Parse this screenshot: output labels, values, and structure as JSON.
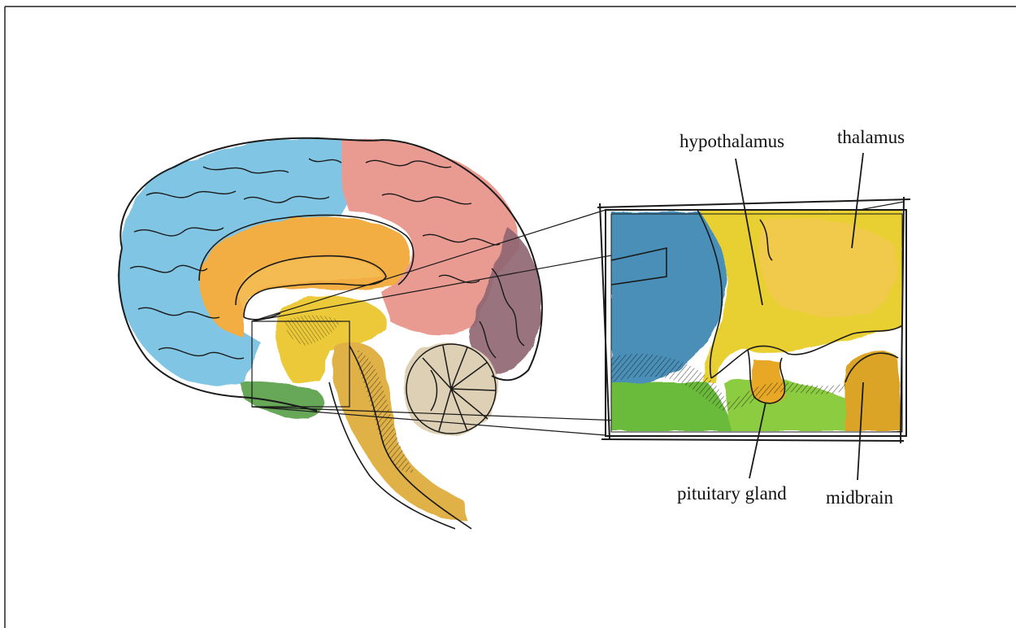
{
  "labels": {
    "hypothalamus": "hypothalamus",
    "thalamus": "thalamus",
    "pituitary_gland": "pituitary gland",
    "midbrain": "midbrain"
  },
  "colors": {
    "frontal_blue": "#6cbbe0",
    "parietal_red": "#e68a7e",
    "occipital_plum": "#7a4a5a",
    "limbic_orange": "#f0a020",
    "core_yellow": "#e8c018",
    "stem_gold": "#dba428",
    "temporal_green": "#4e9a3a",
    "cerebellum_beige": "#d8c8a8",
    "ink": "#1a1a1a"
  }
}
